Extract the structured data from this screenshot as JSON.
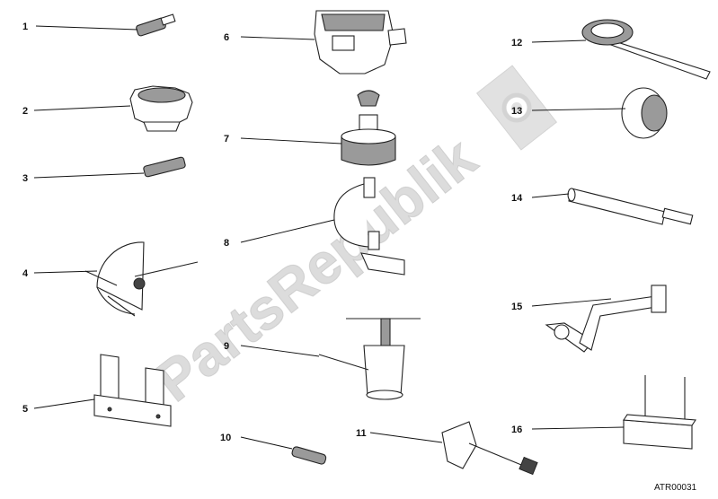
{
  "diagram": {
    "callouts": [
      {
        "id": "1",
        "label": "1"
      },
      {
        "id": "2",
        "label": "2"
      },
      {
        "id": "3",
        "label": "3"
      },
      {
        "id": "4",
        "label": "4"
      },
      {
        "id": "5",
        "label": "5"
      },
      {
        "id": "6",
        "label": "6"
      },
      {
        "id": "7",
        "label": "7"
      },
      {
        "id": "8",
        "label": "8"
      },
      {
        "id": "9",
        "label": "9"
      },
      {
        "id": "10",
        "label": "10"
      },
      {
        "id": "11",
        "label": "11"
      },
      {
        "id": "12",
        "label": "12"
      },
      {
        "id": "13",
        "label": "13"
      },
      {
        "id": "14",
        "label": "14"
      },
      {
        "id": "15",
        "label": "15"
      },
      {
        "id": "16",
        "label": "16"
      }
    ],
    "drawing_code": "ATR00031",
    "watermark": "PartsRepublik",
    "colors": {
      "ink": "#111111",
      "watermark": "#d9d9d9"
    }
  }
}
